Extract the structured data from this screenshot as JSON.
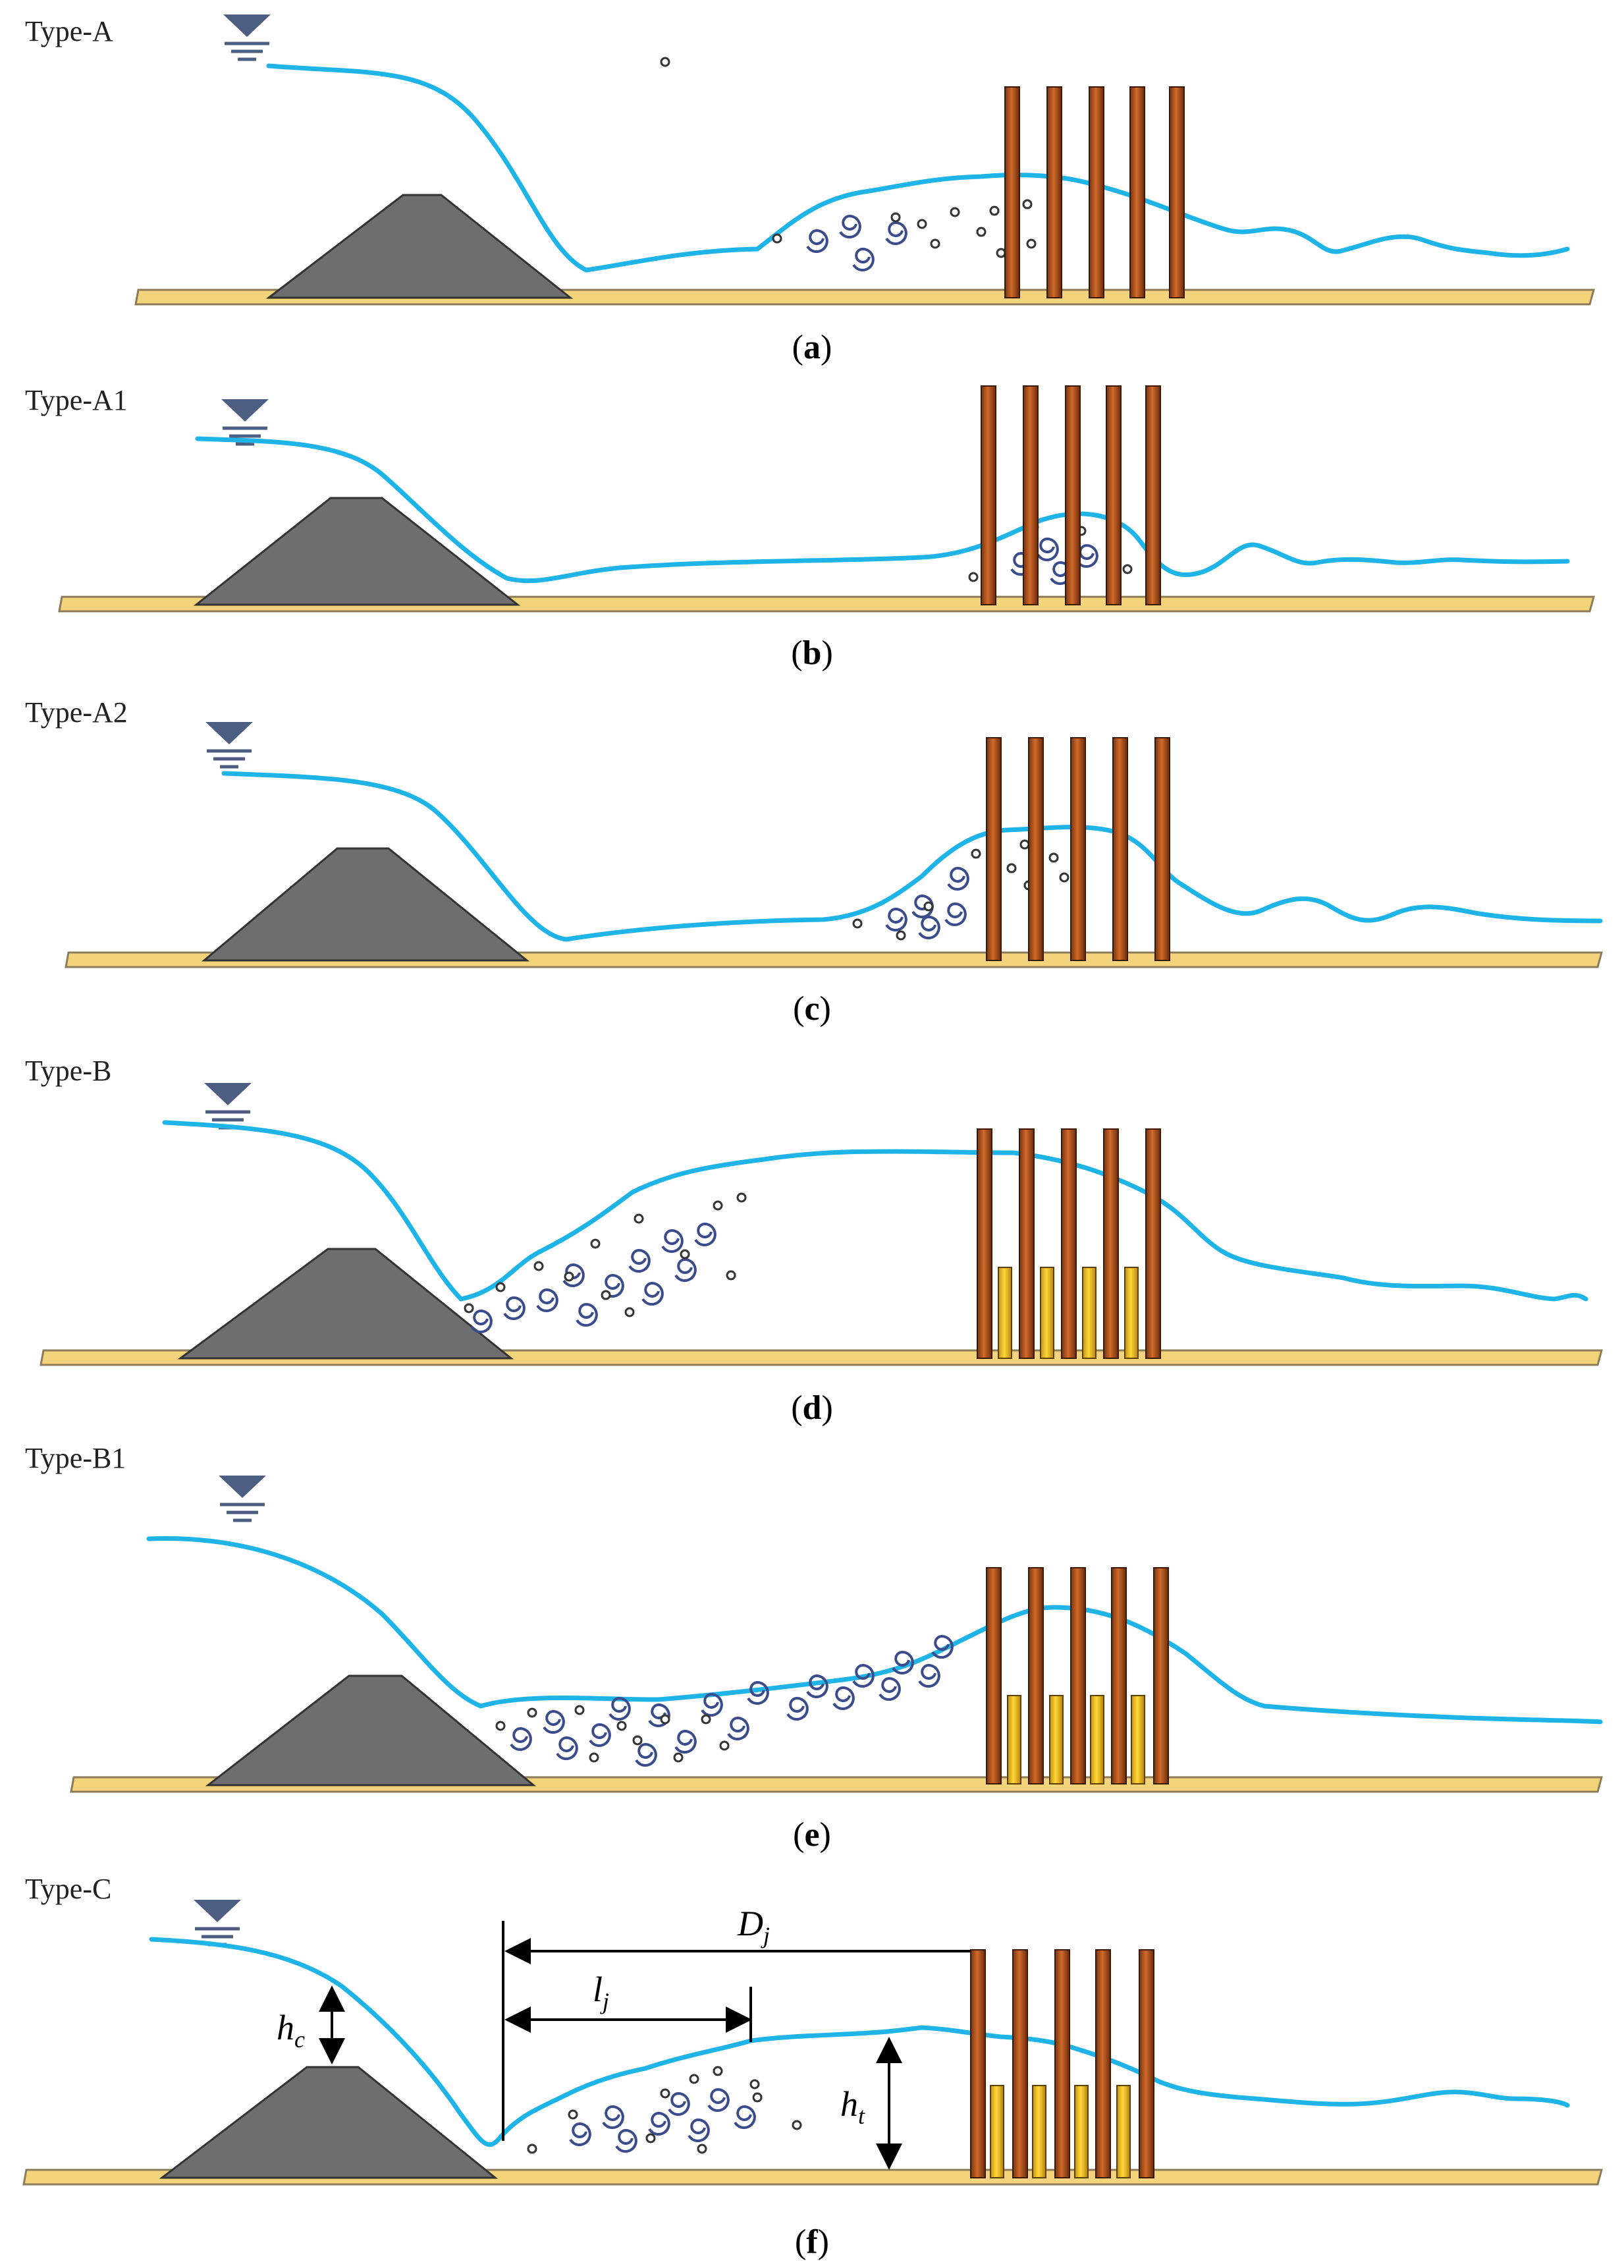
{
  "panels": [
    {
      "id": "a",
      "type_label": "Type-A",
      "caption_letter": "a"
    },
    {
      "id": "b",
      "type_label": "Type-A1",
      "caption_letter": "b"
    },
    {
      "id": "c",
      "type_label": "Type-A2",
      "caption_letter": "c"
    },
    {
      "id": "d",
      "type_label": "Type-B",
      "caption_letter": "d"
    },
    {
      "id": "e",
      "type_label": "Type-B1",
      "caption_letter": "e"
    },
    {
      "id": "f",
      "type_label": "Type-C",
      "caption_letter": "f"
    }
  ],
  "annotations": {
    "hc": {
      "base": "h",
      "sub": "c"
    },
    "lj": {
      "base": "l",
      "sub": "j"
    },
    "Dj": {
      "base": "D",
      "sub": "j"
    },
    "ht": {
      "base": "h",
      "sub": "t"
    }
  },
  "icons": [
    "water-level-icon",
    "weir-icon",
    "pile-icon",
    "vortex-icon",
    "bubble-icon"
  ],
  "colors": {
    "water": "#1fb4e8",
    "weir": "#6e6e6e",
    "bed": "#f3d47a",
    "pile": "#b4541a",
    "pile_short": "#f6c21c",
    "vortex": "#3a4c8c",
    "symbol": "#4c5f82"
  }
}
